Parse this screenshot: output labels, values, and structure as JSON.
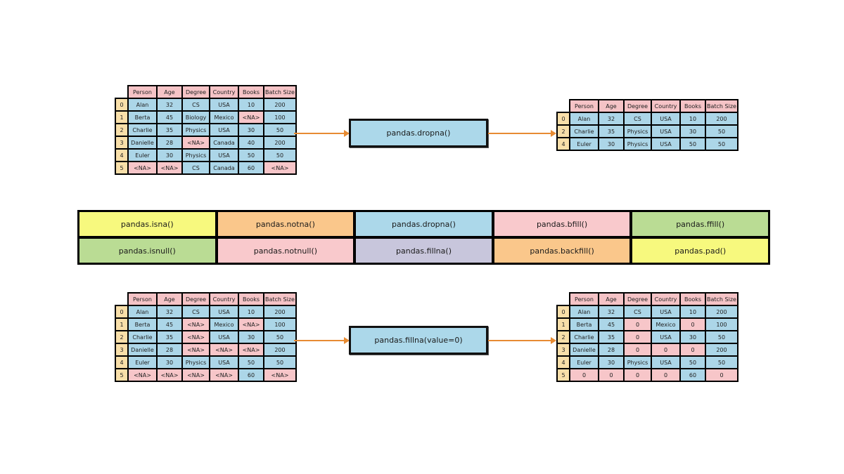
{
  "colors": {
    "background": "#ffffff",
    "border": "#000000",
    "arrow": "#e78b33",
    "cell_blue": "#acd6e8",
    "cell_na_pink": "#f7c6c9",
    "header_pink": "#f5c3c6",
    "index_tan": "#f8dfa9",
    "process_box_blue": "#acd8ea",
    "yellow": "#f7f97e",
    "orange": "#fac78b",
    "blue": "#acd8ea",
    "pink": "#f9c9cc",
    "green": "#badc94",
    "lavender": "#c8c6dc"
  },
  "process_boxes": {
    "top_label": "pandas.dropna()",
    "bottom_label": "pandas.fillna(value=0)"
  },
  "function_grid": [
    {
      "label": "pandas.isna()",
      "color": "yellow"
    },
    {
      "label": "pandas.notna()",
      "color": "orange"
    },
    {
      "label": "pandas.dropna()",
      "color": "blue"
    },
    {
      "label": "pandas.bfill()",
      "color": "pink"
    },
    {
      "label": "pandas.ffill()",
      "color": "green"
    },
    {
      "label": "pandas.isnull()",
      "color": "green"
    },
    {
      "label": "pandas.notnull()",
      "color": "pink"
    },
    {
      "label": "pandas.fillna()",
      "color": "lavender"
    },
    {
      "label": "pandas.backfill()",
      "color": "orange"
    },
    {
      "label": "pandas.pad()",
      "color": "yellow"
    }
  ],
  "tables": {
    "headers": [
      "Person",
      "Age",
      "Degree",
      "Country",
      "Books",
      "Batch Size"
    ],
    "top_left": {
      "rows": [
        {
          "index": "0",
          "cells": [
            "Alan",
            "32",
            "CS",
            "USA",
            "10",
            "200"
          ],
          "na": []
        },
        {
          "index": "1",
          "cells": [
            "Berta",
            "45",
            "Biology",
            "Mexico",
            "<NA>",
            "100"
          ],
          "na": [
            4
          ]
        },
        {
          "index": "2",
          "cells": [
            "Charlie",
            "35",
            "Physics",
            "USA",
            "30",
            "50"
          ],
          "na": []
        },
        {
          "index": "3",
          "cells": [
            "Danielle",
            "28",
            "<NA>",
            "Canada",
            "40",
            "200"
          ],
          "na": [
            2
          ]
        },
        {
          "index": "4",
          "cells": [
            "Euler",
            "30",
            "Physics",
            "USA",
            "50",
            "50"
          ],
          "na": []
        },
        {
          "index": "5",
          "cells": [
            "<NA>",
            "<NA>",
            "CS",
            "Canada",
            "60",
            "<NA>"
          ],
          "na": [
            0,
            1,
            5
          ]
        }
      ]
    },
    "top_right": {
      "rows": [
        {
          "index": "0",
          "cells": [
            "Alan",
            "32",
            "CS",
            "USA",
            "10",
            "200"
          ],
          "na": []
        },
        {
          "index": "2",
          "cells": [
            "Charlie",
            "35",
            "Physics",
            "USA",
            "30",
            "50"
          ],
          "na": []
        },
        {
          "index": "4",
          "cells": [
            "Euler",
            "30",
            "Physics",
            "USA",
            "50",
            "50"
          ],
          "na": []
        }
      ]
    },
    "bottom_left": {
      "rows": [
        {
          "index": "0",
          "cells": [
            "Alan",
            "32",
            "CS",
            "USA",
            "10",
            "200"
          ],
          "na": []
        },
        {
          "index": "1",
          "cells": [
            "Berta",
            "45",
            "<NA>",
            "Mexico",
            "<NA>",
            "100"
          ],
          "na": [
            2,
            4
          ]
        },
        {
          "index": "2",
          "cells": [
            "Charlie",
            "35",
            "<NA>",
            "USA",
            "30",
            "50"
          ],
          "na": [
            2
          ]
        },
        {
          "index": "3",
          "cells": [
            "Danielle",
            "28",
            "<NA>",
            "<NA>",
            "<NA>",
            "200"
          ],
          "na": [
            2,
            3,
            4
          ]
        },
        {
          "index": "4",
          "cells": [
            "Euler",
            "30",
            "Physics",
            "USA",
            "50",
            "50"
          ],
          "na": []
        },
        {
          "index": "5",
          "cells": [
            "<NA>",
            "<NA>",
            "<NA>",
            "<NA>",
            "60",
            "<NA>"
          ],
          "na": [
            0,
            1,
            2,
            3,
            5
          ]
        }
      ]
    },
    "bottom_right": {
      "rows": [
        {
          "index": "0",
          "cells": [
            "Alan",
            "32",
            "CS",
            "USA",
            "10",
            "200"
          ],
          "na": []
        },
        {
          "index": "1",
          "cells": [
            "Berta",
            "45",
            "0",
            "Mexico",
            "0",
            "100"
          ],
          "na": [
            2,
            4
          ]
        },
        {
          "index": "2",
          "cells": [
            "Charlie",
            "35",
            "0",
            "USA",
            "30",
            "50"
          ],
          "na": [
            2
          ]
        },
        {
          "index": "3",
          "cells": [
            "Danielle",
            "28",
            "0",
            "0",
            "0",
            "200"
          ],
          "na": [
            2,
            3,
            4
          ]
        },
        {
          "index": "4",
          "cells": [
            "Euler",
            "30",
            "Physics",
            "USA",
            "50",
            "50"
          ],
          "na": []
        },
        {
          "index": "5",
          "cells": [
            "0",
            "0",
            "0",
            "0",
            "60",
            "0"
          ],
          "na": [
            0,
            1,
            2,
            3,
            5
          ]
        }
      ]
    }
  }
}
